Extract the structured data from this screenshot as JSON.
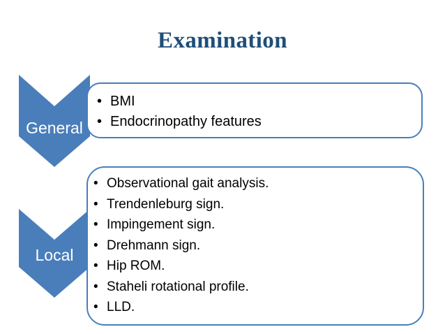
{
  "slide": {
    "title": "Examination",
    "colors": {
      "title_color": "#1F4E79",
      "chevron_fill": "#4a7ebb",
      "box_border": "#4a7ebb",
      "chevron_label_color": "#FFFFFF",
      "bullet_text_color": "#000000",
      "background": "#FFFFFF"
    }
  },
  "sections": [
    {
      "key": "general",
      "label": "General",
      "items": [
        "BMI",
        "Endocrinopathy features"
      ]
    },
    {
      "key": "local",
      "label": "Local",
      "items": [
        "Observational gait analysis.",
        "Trendenleburg sign.",
        "Impingement sign.",
        "Drehmann sign.",
        "Hip ROM.",
        "Staheli rotational profile.",
        "LLD."
      ]
    }
  ]
}
